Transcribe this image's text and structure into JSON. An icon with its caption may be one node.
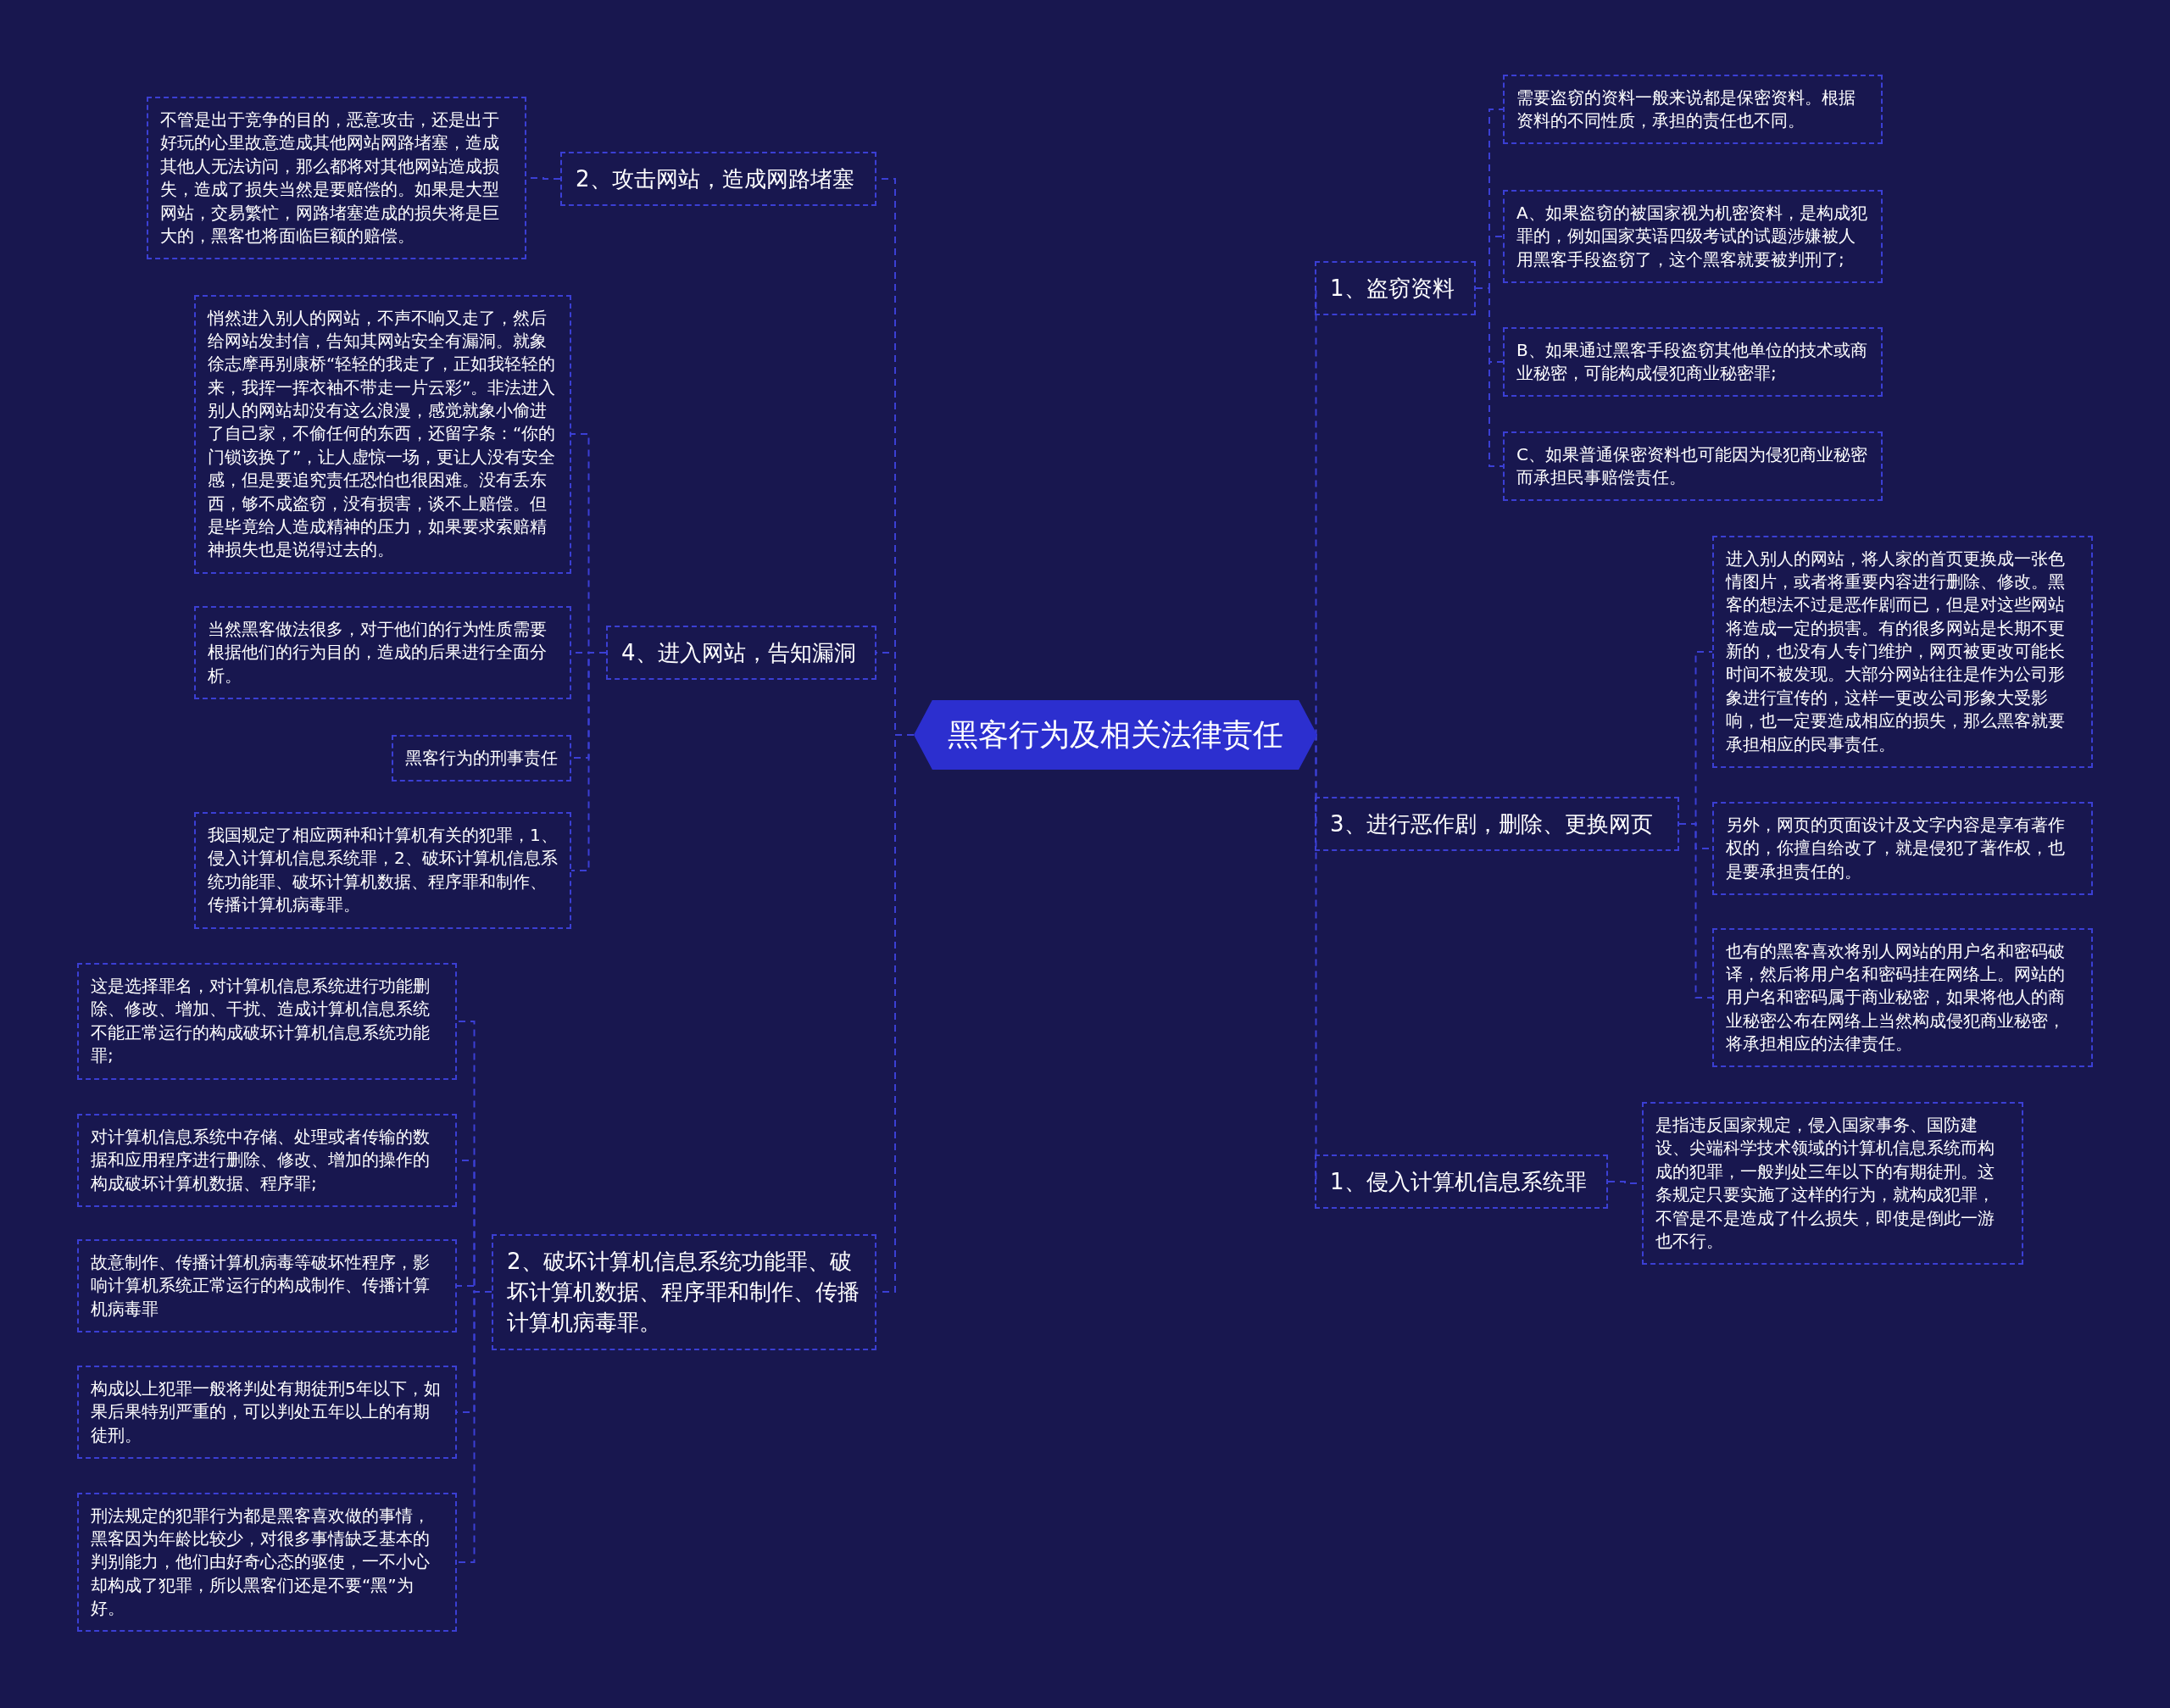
{
  "diagram": {
    "nodes": [
      {
        "text": [
          "黑客行为及相关法律责任"
        ]
      },
      {
        "text": [
          "2、攻击网站，造成网路堵塞"
        ]
      },
      {
        "text": [
          "不管是出于竞争的目的，恶意攻击，还是出于好玩的心里故意造成其他网站网路堵塞，造成其他人无法访问，那么都将对其他网站造成损失，造成了损失当然是要赔偿的。如果是大型网站，交易繁忙，网路堵塞造成的损失将是巨大的，黑客也将面临巨额的赔偿。"
        ]
      },
      {
        "text": [
          "4、进入网站，告知漏洞"
        ]
      },
      {
        "text": [
          "悄然进入别人的网站，不声不响又走了，然后给网站发封信，告知其网站安全有漏洞。就象徐志摩再别康桥“轻轻的我走了，正如我轻轻的来，我挥一挥衣袖不带走一片云彩”。非法进入别人的网站却没有这么浪漫，感觉就象小偷进了自己家，不偷任何的东西，还留字条：“你的门锁该换了”，让人虚惊一场，更让人没有安全感，但是要追究责任恐怕也很困难。没有丢东西，够不成盗窃，没有损害，谈不上赔偿。但是毕竟给人造成精神的压力，如果要求索赔精神损失也是说得过去的。"
        ]
      },
      {
        "text": [
          "当然黑客做法很多，对于他们的行为性质需要根据他们的行为目的，造成的后果进行全面分析。"
        ]
      },
      {
        "text": [
          "黑客行为的刑事责任"
        ]
      },
      {
        "text": [
          "我国规定了相应两种和计算机有关的犯罪，1、侵入计算机信息系统罪，2、破坏计算机信息系统功能罪、破坏计算机数据、程序罪和制作、传播计算机病毒罪。"
        ]
      },
      {
        "text": [
          "2、破坏计算机信息系统功能罪、破坏计算机数据、程序罪和制作、传播计算机病毒罪。"
        ]
      },
      {
        "text": [
          "这是选择罪名，对计算机信息系统进行功能删除、修改、增加、干扰、造成计算机信息系统不能正常运行的构成破坏计算机信息系统功能罪;"
        ]
      },
      {
        "text": [
          "对计算机信息系统中存储、处理或者传输的数据和应用程序进行删除、修改、增加的操作的构成破坏计算机数据、程序罪;"
        ]
      },
      {
        "text": [
          "故意制作、传播计算机病毒等破坏性程序，影响计算机系统正常运行的构成制作、传播计算机病毒罪"
        ]
      },
      {
        "text": [
          "构成以上犯罪一般将判处有期徒刑5年以下，如果后果特别严重的，可以判处五年以上的有期徒刑。"
        ]
      },
      {
        "text": [
          "刑法规定的犯罪行为都是黑客喜欢做的事情，黑客因为年龄比较少，对很多事情缺乏基本的判别能力，他们由好奇心态的驱使，一不小心却构成了犯罪，所以黑客们还是不要“黑”为好。"
        ]
      },
      {
        "text": [
          "1、盗窃资料"
        ]
      },
      {
        "text": [
          "需要盗窃的资料一般来说都是保密资料。根据资料的不同性质，承担的责任也不同。"
        ]
      },
      {
        "text": [
          "A、如果盗窃的被国家视为机密资料，是构成犯罪的，例如国家英语四级考试的试题涉嫌被人用黑客手段盗窃了，这个黑客就要被判刑了;"
        ]
      },
      {
        "text": [
          "B、如果通过黑客手段盗窃其他单位的技术或商业秘密，可能构成侵犯商业秘密罪;"
        ]
      },
      {
        "text": [
          "C、如果普通保密资料也可能因为侵犯商业秘密而承担民事赔偿责任。"
        ]
      },
      {
        "text": [
          "3、进行恶作剧，删除、更换网页"
        ]
      },
      {
        "text": [
          "进入别人的网站，将人家的首页更换成一张色情图片，或者将重要内容进行删除、修改。黑客的想法不过是恶作剧而已，但是对这些网站将造成一定的损害。有的很多网站是长期不更新的，也没有人专门维护，网页被更改可能长时间不被发现。大部分网站往往是作为公司形象进行宣传的，这样一更改公司形象大受影响，也一定要造成相应的损失，那么黑客就要承担相应的民事责任。"
        ]
      },
      {
        "text": [
          "另外，网页的页面设计及文字内容是享有著作权的，你擅自给改了，就是侵犯了著作权，也是要承担责任的。"
        ]
      },
      {
        "text": [
          "也有的黑客喜欢将别人网站的用户名和密码破译，然后将用户名和密码挂在网络上。网站的用户名和密码属于商业秘密，如果将他人的商业秘密公布在网络上当然构成侵犯商业秘密，将承担相应的法律责任。"
        ]
      },
      {
        "text": [
          "1、侵入计算机信息系统罪"
        ]
      },
      {
        "text": [
          "是指违反国家规定，侵入国家事务、国防建设、尖端科学技术领域的计算机信息系统而构成的犯罪，一般判处三年以下的有期徒刑。这条规定只要实施了这样的行为，就构成犯罪，不管是不是造成了什么损失，即使是倒此一游也不行。"
        ]
      }
    ],
    "edges": [
      {
        "from": 0,
        "to": 1,
        "arrow": "none"
      },
      {
        "from": 1,
        "to": 2,
        "arrow": "none"
      },
      {
        "from": 0,
        "to": 3,
        "arrow": "none"
      },
      {
        "from": 3,
        "to": 4,
        "arrow": "none"
      },
      {
        "from": 3,
        "to": 5,
        "arrow": "none"
      },
      {
        "from": 3,
        "to": 6,
        "arrow": "none"
      },
      {
        "from": 3,
        "to": 7,
        "arrow": "none"
      },
      {
        "from": 0,
        "to": 8,
        "arrow": "none"
      },
      {
        "from": 8,
        "to": 9,
        "arrow": "none"
      },
      {
        "from": 8,
        "to": 10,
        "arrow": "none"
      },
      {
        "from": 8,
        "to": 11,
        "arrow": "none"
      },
      {
        "from": 8,
        "to": 12,
        "arrow": "none"
      },
      {
        "from": 8,
        "to": 13,
        "arrow": "none"
      },
      {
        "from": 0,
        "to": 14,
        "arrow": "none"
      },
      {
        "from": 14,
        "to": 15,
        "arrow": "none"
      },
      {
        "from": 14,
        "to": 16,
        "arrow": "none"
      },
      {
        "from": 14,
        "to": 17,
        "arrow": "none"
      },
      {
        "from": 14,
        "to": 18,
        "arrow": "none"
      },
      {
        "from": 0,
        "to": 19,
        "arrow": "none"
      },
      {
        "from": 19,
        "to": 20,
        "arrow": "none"
      },
      {
        "from": 19,
        "to": 21,
        "arrow": "none"
      },
      {
        "from": 19,
        "to": 22,
        "arrow": "none"
      },
      {
        "from": 0,
        "to": 23,
        "arrow": "none"
      },
      {
        "from": 23,
        "to": 24,
        "arrow": "none"
      }
    ]
  }
}
